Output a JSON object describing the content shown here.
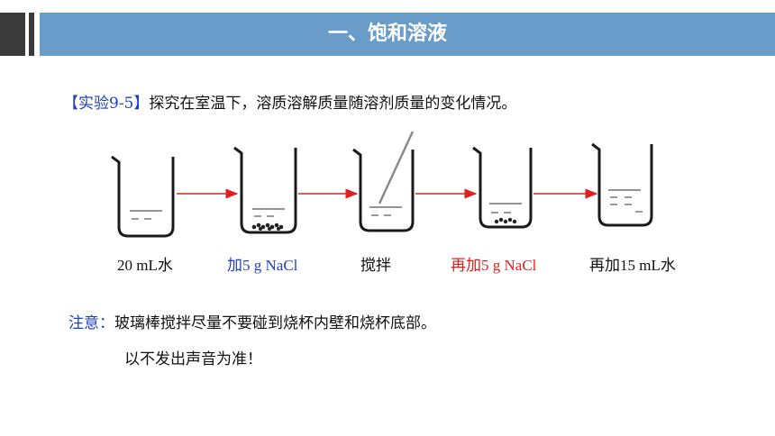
{
  "header": {
    "title": "一、饱和溶液"
  },
  "intro": {
    "tag": "【实验9-5】",
    "text": "探究在室温下，溶质溶解质量随溶剂质量的变化情况。"
  },
  "steps": [
    {
      "caption": "20 mL水",
      "color": "black"
    },
    {
      "caption": "加5 g NaCl",
      "color": "blue"
    },
    {
      "caption": "搅拌",
      "color": "black"
    },
    {
      "caption": "再加5 g NaCl",
      "color": "red"
    },
    {
      "caption": "再加15 mL水",
      "color": "black"
    }
  ],
  "note": {
    "tag": "注意：",
    "line1": "玻璃棒搅拌尽量不要碰到烧杯内壁和烧杯底部。",
    "line2": "以不发出声音为准！"
  },
  "colors": {
    "header_band": "#6a9cc9",
    "arrow": "#e0201f",
    "blue_text": "#1f3fc2",
    "red_text": "#e0201f"
  }
}
